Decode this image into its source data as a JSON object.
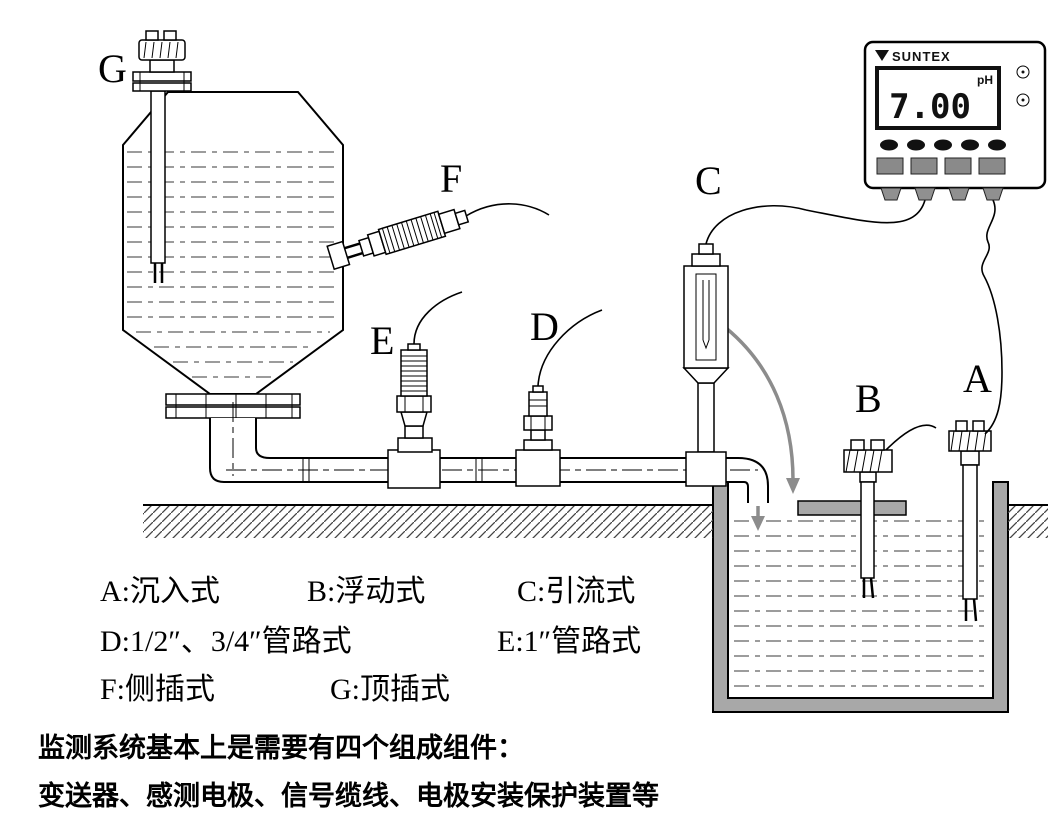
{
  "meter": {
    "brand": "SUNTEX",
    "display_value": "7.00",
    "display_unit": "pH"
  },
  "point_labels": {
    "a": "A",
    "b": "B",
    "c": "C",
    "d": "D",
    "e": "E",
    "f": "F",
    "g": "G"
  },
  "legend": {
    "a": "A:沉入式",
    "b": "B:浮动式",
    "c": "C:引流式",
    "d": "D:1/2″、3/4″管路式",
    "e": "E:1″管路式",
    "f": "F:侧插式",
    "g": "G:顶插式"
  },
  "footer": {
    "line1": "监测系统基本上是需要有四个组成组件：",
    "line2": "变送器、感测电极、信号缆线、电极安装保护装置等"
  },
  "colors": {
    "pool_wall_gray": "#a8a8a8",
    "flow_arrow_gray": "#8c8c8c"
  }
}
